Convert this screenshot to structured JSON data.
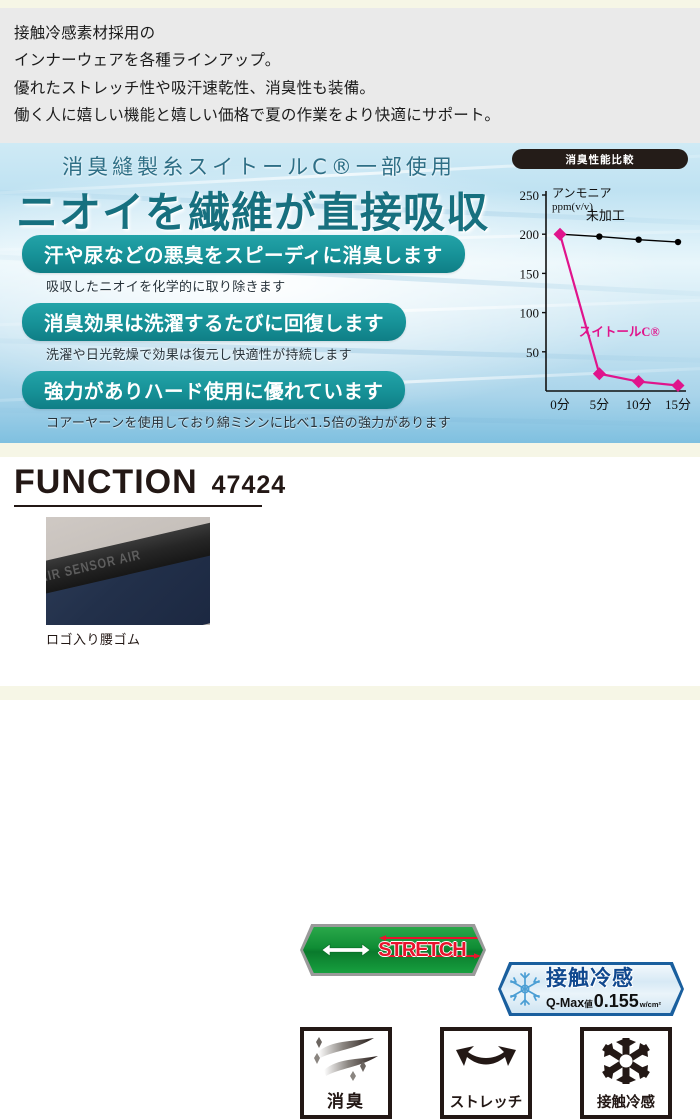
{
  "header": {
    "lines": [
      "接触冷感素材採用の",
      "インナーウェアを各種ラインアップ。",
      "優れたストレッチ性や吸汗速乾性、消臭性も装備。",
      "働く人に嬉しい機能と嬉しい価格で夏の作業をより快適にサポート。"
    ]
  },
  "hero": {
    "tagline": "消臭縫製糸スイトールC®一部使用",
    "title": "ニオイを繊維が直接吸収",
    "bullets": [
      {
        "headline": "汗や尿などの悪臭をスピーディに消臭します",
        "sub": "吸収したニオイを化学的に取り除きます"
      },
      {
        "headline": "消臭効果は洗濯するたびに回復します",
        "sub": "洗濯や日光乾燥で効果は復元し快適性が持続します"
      },
      {
        "headline": "強力がありハード使用に優れています",
        "sub": "コアーヤーンを使用しており綿ミシンに比べ1.5倍の強力があります"
      }
    ],
    "accent_color": "#17707f",
    "pill_color": "#179298"
  },
  "chart_data": {
    "type": "line",
    "title": "消臭性能比較",
    "ylabel": "アンモニア",
    "yunit": "ppm(v/v)",
    "xlabel": "",
    "categories": [
      "0分",
      "5分",
      "10分",
      "15分"
    ],
    "ylim": [
      0,
      250
    ],
    "yticks": [
      0,
      50,
      100,
      150,
      200,
      250
    ],
    "ytick_labels": [
      "",
      "50",
      "100",
      "150",
      "200",
      "250"
    ],
    "grid": false,
    "legend_position": "inline",
    "series": [
      {
        "name": "未加工",
        "values": [
          200,
          197,
          193,
          190
        ],
        "color": "#000000",
        "marker": "circle"
      },
      {
        "name": "スイトールC®",
        "values": [
          200,
          22,
          12,
          7
        ],
        "color": "#e0148c",
        "marker": "diamond"
      }
    ]
  },
  "function": {
    "title": "FUNCTION",
    "code": "47424",
    "photo_caption": "ロゴ入り腰ゴム",
    "photo_logo_text": "AIR SENSOR AIR"
  },
  "badges": {
    "stretch": {
      "word": "STRETCH",
      "icon": "double-arrow-icon",
      "color": "#0f8c34",
      "word_color": "#e8142d"
    },
    "cooling": {
      "title": "接触冷感",
      "q_label": "Q-Max",
      "q_suffix": "値",
      "q_value": "0.155",
      "q_unit": "w/cm²",
      "icon": "snowflake-icon",
      "color": "#11498f"
    }
  },
  "feature_icons": [
    {
      "label": "消臭",
      "icon": "odor-wave-icon",
      "size": "large"
    },
    {
      "label": "ストレッチ",
      "icon": "stretch-arrow-icon",
      "size": "small"
    },
    {
      "label": "接触冷感",
      "icon": "snowflake-icon",
      "size": "small"
    }
  ]
}
